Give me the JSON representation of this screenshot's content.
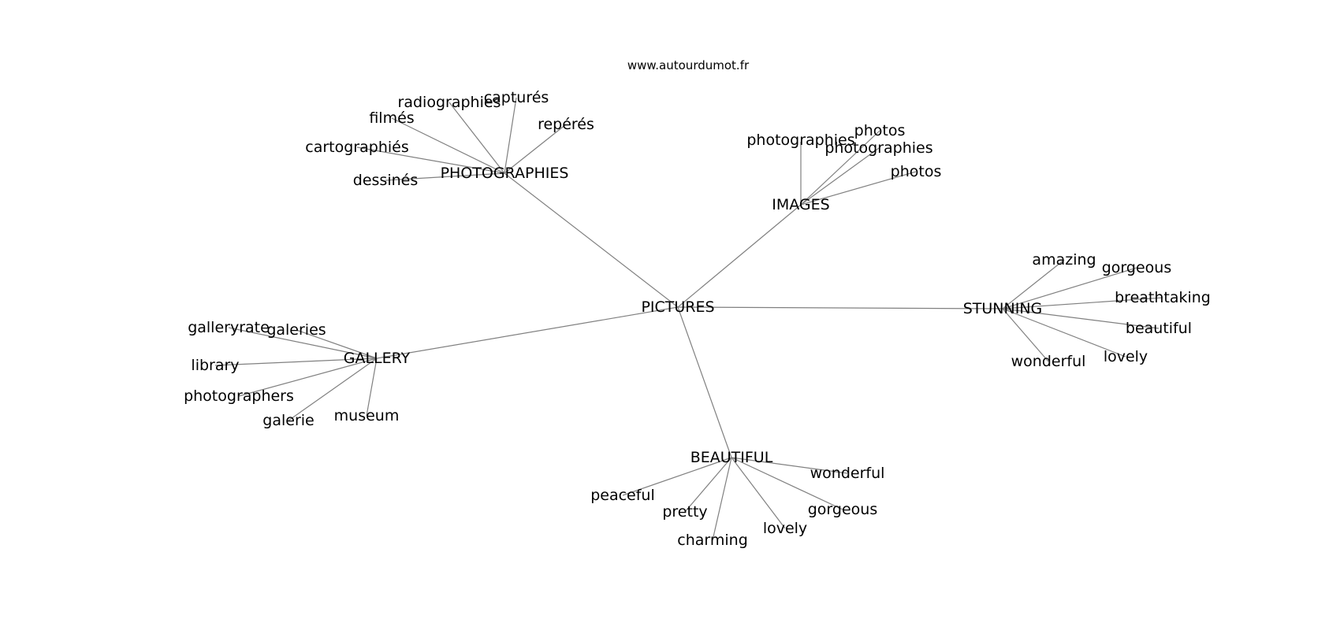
{
  "site": "www.autourdumot.fr",
  "root": "PICTURES",
  "clusters": [
    {
      "hub": "PHOTOGRAPHIES",
      "leaves": [
        "radiographies",
        "capturés",
        "filmés",
        "repérés",
        "cartographiés",
        "dessinés"
      ]
    },
    {
      "hub": "IMAGES",
      "leaves": [
        "photographies",
        "photos",
        "photographies",
        "photos"
      ]
    },
    {
      "hub": "STUNNING",
      "leaves": [
        "amazing",
        "gorgeous",
        "breathtaking",
        "beautiful",
        "lovely",
        "wonderful"
      ]
    },
    {
      "hub": "GALLERY",
      "leaves": [
        "galleryrate",
        "galeries",
        "library",
        "photographers",
        "galerie",
        "museum"
      ]
    },
    {
      "hub": "BEAUTIFUL",
      "leaves": [
        "wonderful",
        "peaceful",
        "pretty",
        "gorgeous",
        "lovely",
        "charming"
      ]
    }
  ]
}
